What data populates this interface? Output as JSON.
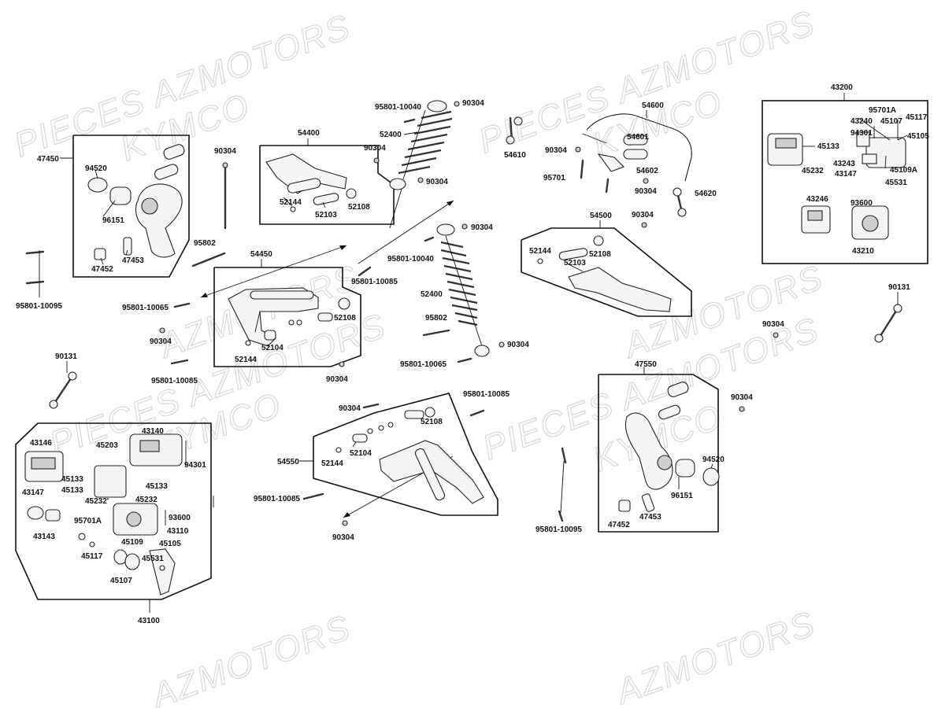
{
  "watermarks": [
    "PIECES AZMOTORS",
    "KYMCO",
    "PIECES AZMOTORS",
    "KYMCO",
    "PIECES AZMOTORS",
    "KYMCO",
    "PIECES AZMOTORS",
    "KYMCO",
    "AZMOTORS",
    "AZMOTORS",
    "AZMOTORS",
    "AZMOTORS"
  ],
  "labels": {
    "p47450": "47450",
    "p94520a": "94520",
    "p96151a": "96151",
    "p47452a": "47452",
    "p47453a": "47453",
    "p90304a": "90304",
    "p95802a": "95802",
    "p95801_10095a": "95801-10095",
    "p54400": "54400",
    "p52144a": "52144",
    "p52103a": "52103",
    "p52108a": "52108",
    "p90304b": "90304",
    "p95801_10040a": "95801-10040",
    "p90304c": "90304",
    "p52400a": "52400",
    "p90304d": "90304",
    "p54610": "54610",
    "p90304e": "90304",
    "p54600": "54600",
    "p54601": "54601",
    "p95701": "95701",
    "p54602": "54602",
    "p90304f": "90304",
    "p54620": "54620",
    "p90304g": "90304",
    "p43200": "43200",
    "p95701A_r": "95701A",
    "p43240": "43240",
    "p45107_r": "45107",
    "p45117_r": "45117",
    "p94301_r": "94301",
    "p45105_r": "45105",
    "p45133_r": "45133",
    "p45232_r": "45232",
    "p43243": "43243",
    "p43147_r": "43147",
    "p45109A": "45109A",
    "p45531_r": "45531",
    "p43246": "43246",
    "p93600_r": "93600",
    "p43210": "43210",
    "p54450": "54450",
    "p95801_10065a": "95801-10065",
    "p90304h": "90304",
    "p52108b": "52108",
    "p52104a": "52104",
    "p52144b": "52144",
    "p95801_10085a": "95801-10085",
    "p90304i": "90304",
    "p95801_10085b": "95801-10085",
    "p90304j": "90304",
    "p95801_10040b": "95801-10040",
    "p52400b": "52400",
    "p95802b": "95802",
    "p90304k": "90304",
    "p95801_10065b": "95801-10065",
    "p54500": "54500",
    "p52144c": "52144",
    "p52103b": "52103",
    "p52108c": "52108",
    "p90131a": "90131",
    "p90304l": "90304",
    "p90131b": "90131",
    "p43146": "43146",
    "p43140": "43140",
    "p45203": "45203",
    "p94301_l": "94301",
    "p45133_l1": "45133",
    "p45133_l2": "45133",
    "p45133_l3": "45133",
    "p45232_l1": "45232'",
    "p45232_l2": "45232",
    "p43147_l": "43147",
    "p95701A_l": "95701A",
    "p93600_l": "93600",
    "p43143": "43143",
    "p43110": "43110",
    "p45109": "45109",
    "p45105_l": "45105",
    "p45117_l": "45117",
    "p45531_l": "45531",
    "p45107_l": "45107",
    "p43100": "43100",
    "p90304m": "90304",
    "p95801_10085c": "95801-10085",
    "p52108d": "52108",
    "p52104b": "52104",
    "p54550": "54550",
    "p52144d": "52144",
    "p95801_10085d": "95801-10085",
    "p90304n": "90304",
    "p47550": "47550",
    "p90304o": "90304",
    "p94520b": "94520",
    "p96151b": "96151",
    "p47452b": "47452",
    "p47453b": "47453",
    "p95801_10095b": "95801-10095"
  }
}
